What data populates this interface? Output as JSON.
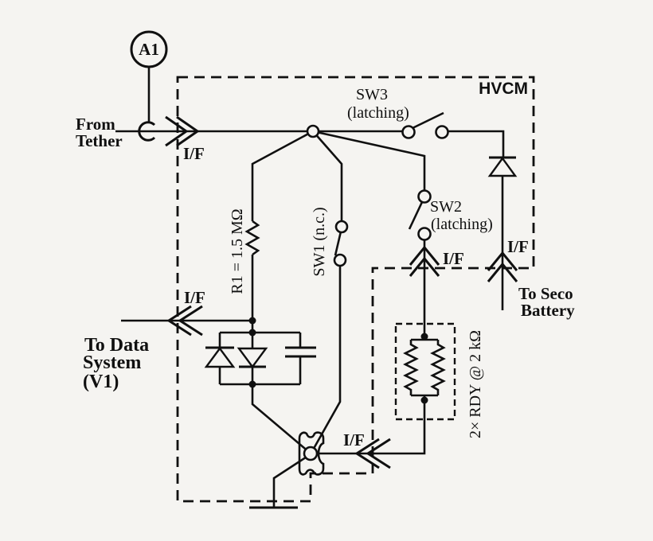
{
  "colors": {
    "ink": "#101010",
    "background": "#f5f4f1"
  },
  "module": {
    "name": "HVCM"
  },
  "ammeter": {
    "label": "A1"
  },
  "interface": {
    "label": "I/F"
  },
  "ports": {
    "from_tether": {
      "line1": "From",
      "line2": "Tether"
    },
    "to_data_system": {
      "line1": "To Data",
      "line2": "System",
      "line3": "(V1)"
    },
    "to_seco_battery": {
      "line1": "To Seco",
      "line2": "Battery"
    }
  },
  "switches": {
    "sw1": {
      "label": "SW1 (n.c.)"
    },
    "sw2": {
      "name": "SW2",
      "mode": "(latching)"
    },
    "sw3": {
      "name": "SW3",
      "mode": "(latching)"
    }
  },
  "components": {
    "r1": {
      "label": "R1 = 1.5 MΩ"
    },
    "rdy": {
      "label": "2× RDY @ 2 kΩ"
    }
  }
}
